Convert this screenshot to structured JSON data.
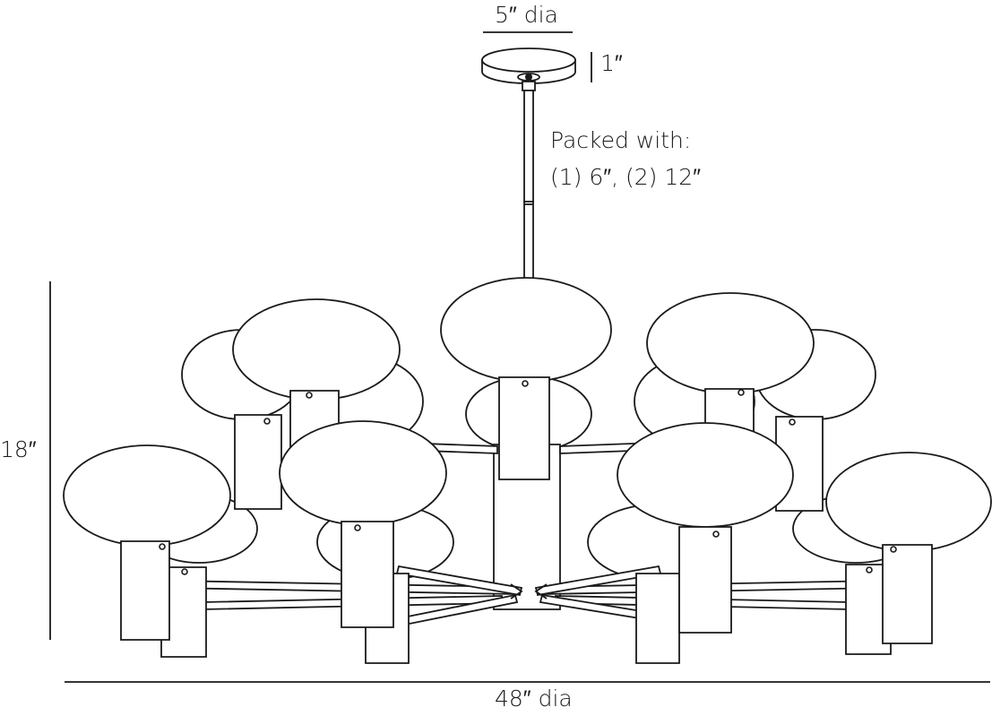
{
  "dimensions": {
    "canopy_diameter": "5″ dia",
    "canopy_height": "1″",
    "packed_with_line1": "Packed with:",
    "packed_with_line2": "(1) 6″, (2) 12″",
    "overall_height": "18″",
    "overall_diameter": "48″ dia"
  },
  "colors": {
    "stroke": "#1a1a1a",
    "fill": "#ffffff"
  }
}
